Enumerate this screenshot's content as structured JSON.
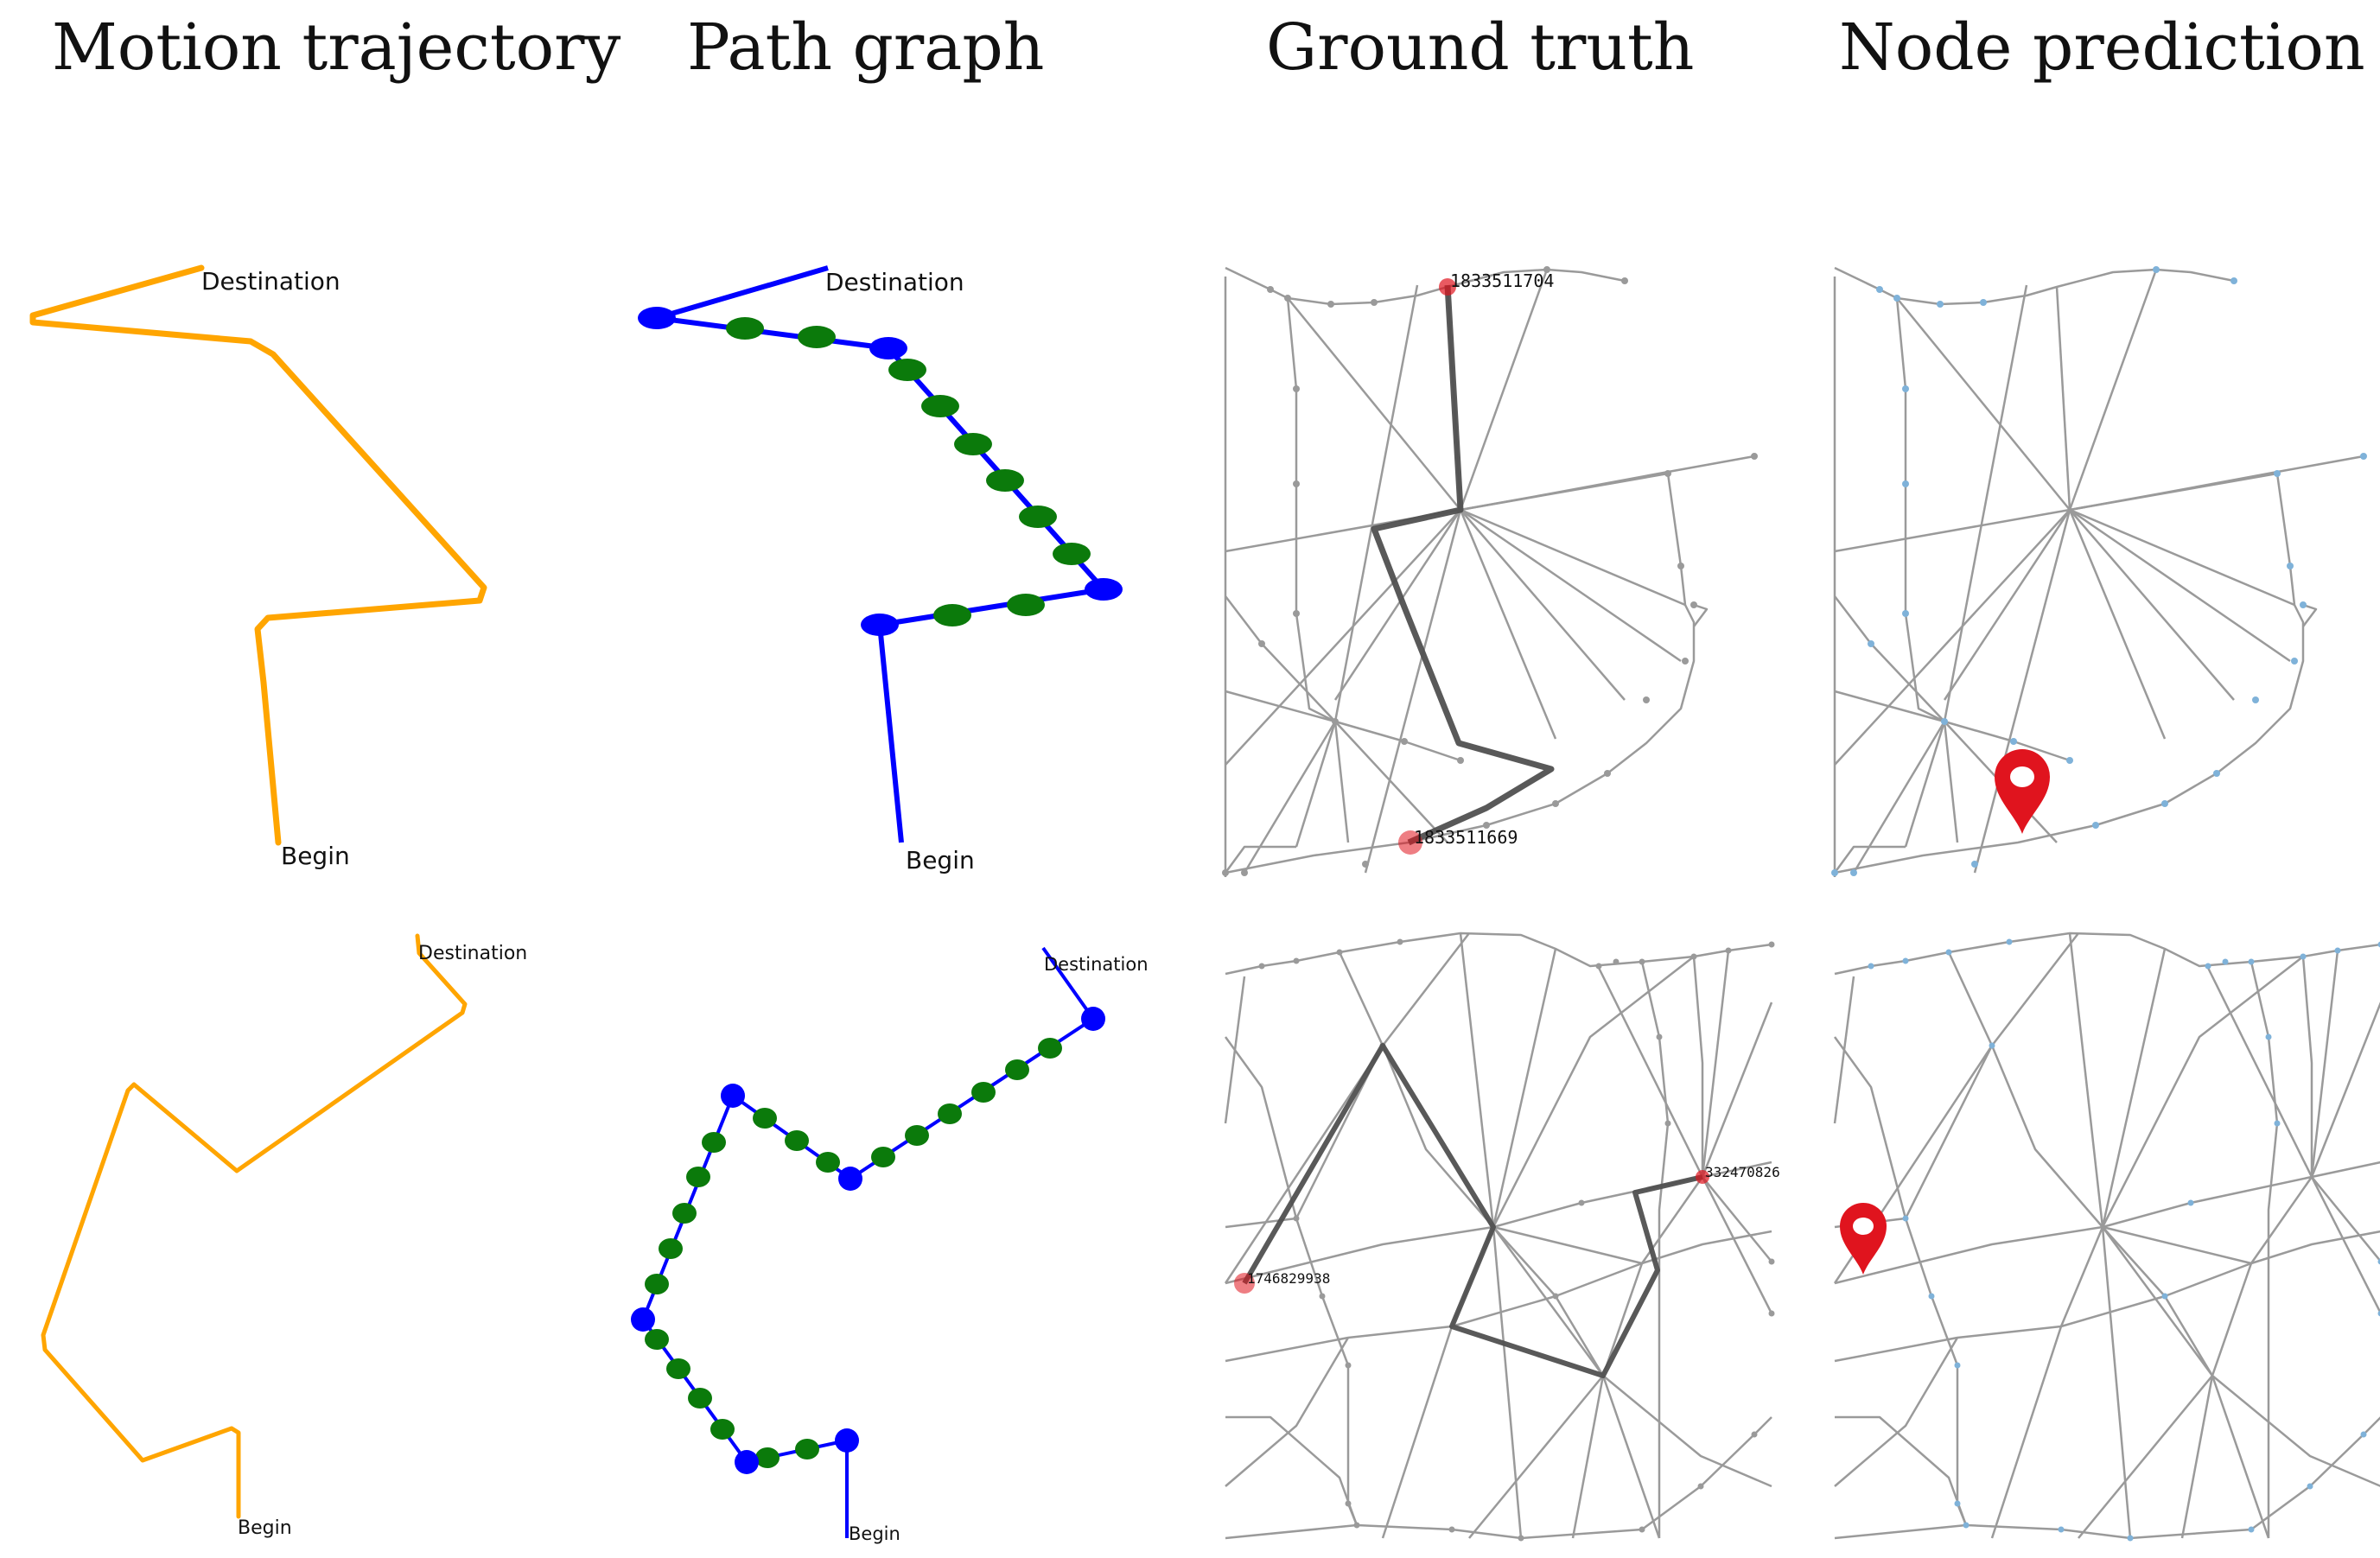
{
  "columns": {
    "motion": "Motion trajectory",
    "path": "Path graph",
    "ground": "Ground truth",
    "node": "Node prediction"
  },
  "row1": {
    "traj_dest": "Destination",
    "traj_begin": "Begin",
    "path_dest": "Destination",
    "path_begin": "Begin",
    "gt_id_top": "1833511704",
    "gt_id_bottom": "1833511669"
  },
  "row2": {
    "traj_dest": "Destination",
    "traj_begin": "Begin",
    "path_dest": "Destination",
    "path_begin": "Begin",
    "gt_id_right": "332470826",
    "gt_id_left": "1746829938"
  },
  "colors": {
    "trajectory": "#ffa500",
    "path_node": "#0000ff",
    "path_mid": "#0b7a0b",
    "road": "#9a9a9a",
    "route": "#505050",
    "marker": "#e0141e",
    "node_dot": "#7fb2d9"
  }
}
